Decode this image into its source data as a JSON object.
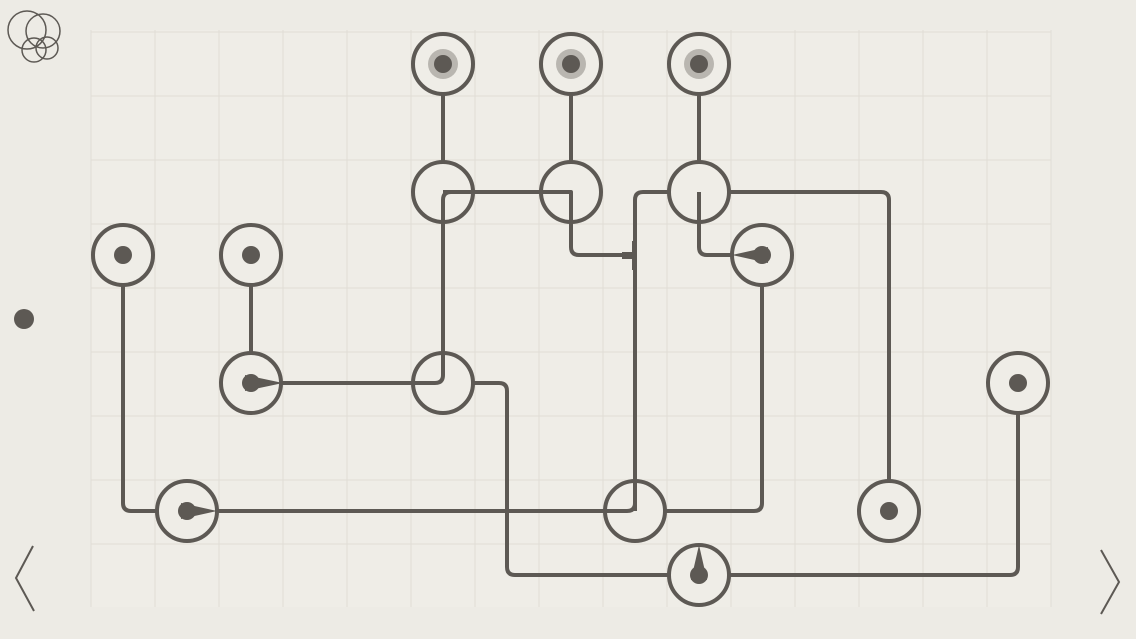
{
  "game": {
    "colors": {
      "background": "#edebe5",
      "grid": "#e0ddd6",
      "ink": "#5d5954",
      "halo": "#b9b6b0"
    },
    "icons": {
      "menu": "overlapping-circles-icon",
      "level_indicator": "dot-icon",
      "previous": "chevron-left-icon",
      "next": "chevron-right-icon"
    },
    "board": {
      "nodes": [
        {
          "id": "top-receiver-1",
          "kind": "receiver",
          "lit": true
        },
        {
          "id": "top-receiver-2",
          "kind": "receiver",
          "lit": true
        },
        {
          "id": "top-receiver-3",
          "kind": "receiver",
          "lit": true
        },
        {
          "id": "left-source-1",
          "kind": "source",
          "lit": false
        },
        {
          "id": "left-source-2",
          "kind": "source",
          "lit": false
        },
        {
          "id": "right-source",
          "kind": "source",
          "lit": false
        },
        {
          "id": "bottom-source",
          "kind": "source",
          "lit": false
        },
        {
          "id": "junction-a",
          "kind": "junction"
        },
        {
          "id": "junction-b",
          "kind": "junction"
        },
        {
          "id": "junction-c",
          "kind": "junction"
        },
        {
          "id": "junction-d",
          "kind": "junction"
        },
        {
          "id": "junction-e",
          "kind": "junction"
        },
        {
          "id": "rotator-1",
          "kind": "rotator",
          "pointing": "right"
        },
        {
          "id": "rotator-2",
          "kind": "rotator",
          "pointing": "left"
        },
        {
          "id": "rotator-3",
          "kind": "rotator",
          "pointing": "right"
        },
        {
          "id": "rotator-4",
          "kind": "rotator",
          "pointing": "up"
        }
      ]
    }
  }
}
